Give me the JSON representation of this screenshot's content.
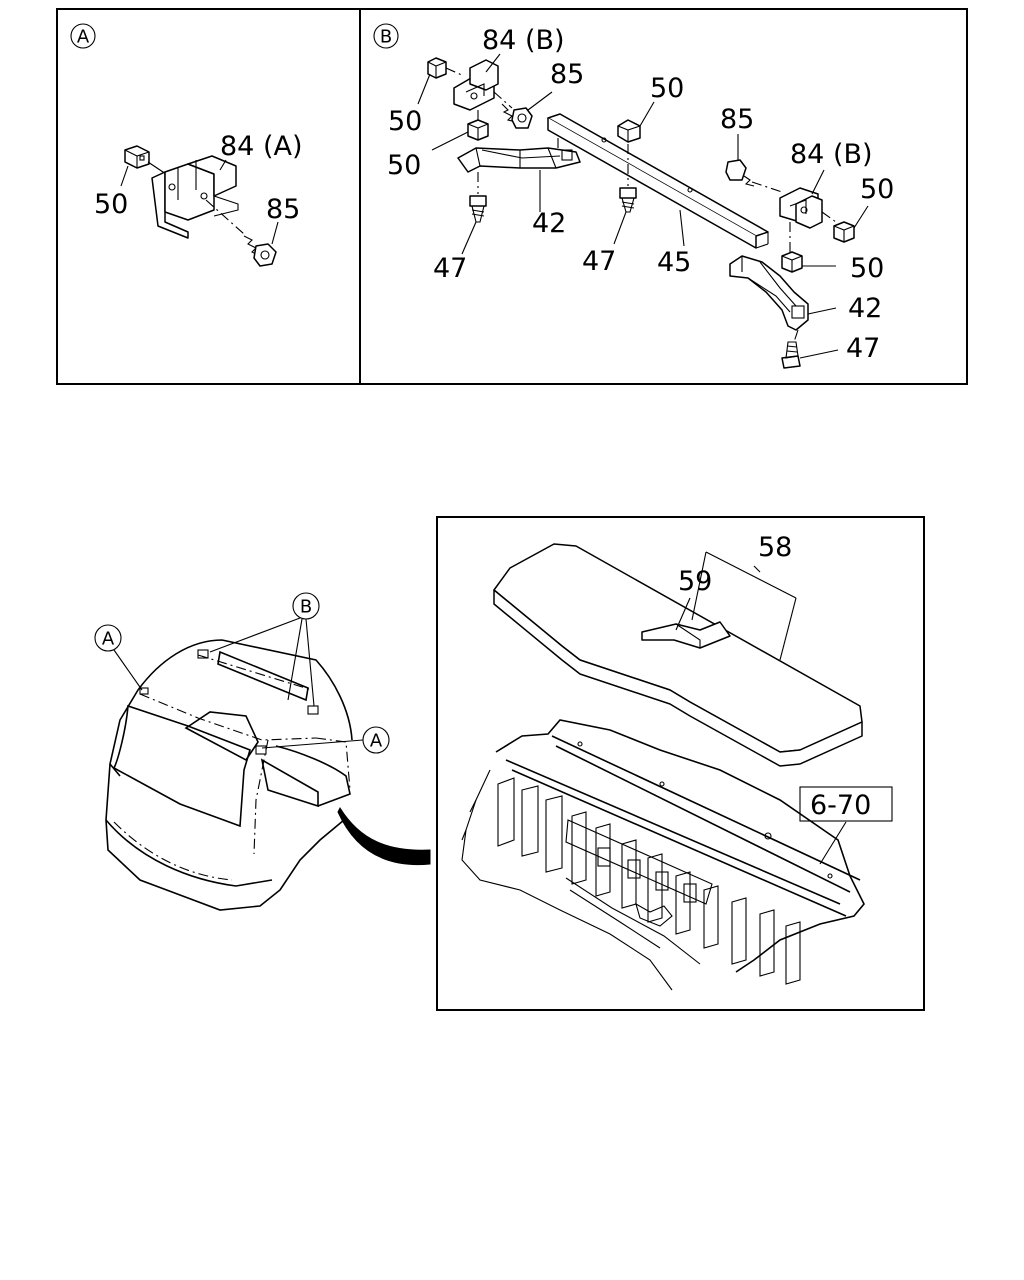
{
  "panel_a": {
    "marker": "A",
    "labels": {
      "clip_50": "50",
      "bracket_84a": "84 (A)",
      "screw_85": "85"
    }
  },
  "panel_b": {
    "marker": "B",
    "labels": {
      "bracket_84b_left": "84 (B)",
      "screw_85_left": "85",
      "clip_50_a": "50",
      "clip_50_b": "50",
      "clip_50_top": "50",
      "support_42_left": "42",
      "screw_47_left": "47",
      "screw_47_mid": "47",
      "rail_45": "45",
      "screw_85_right": "85",
      "bracket_84b_right": "84 (B)",
      "clip_50_right_top": "50",
      "clip_50_right_mid": "50",
      "support_42_right": "42",
      "screw_47_right": "47"
    }
  },
  "vehicle": {
    "callout_b": "B",
    "callout_a_left": "A",
    "callout_a_right": "A"
  },
  "cargo_panel": {
    "labels": {
      "board_58": "58",
      "flap_59": "59",
      "ref_box": "6-70"
    }
  }
}
